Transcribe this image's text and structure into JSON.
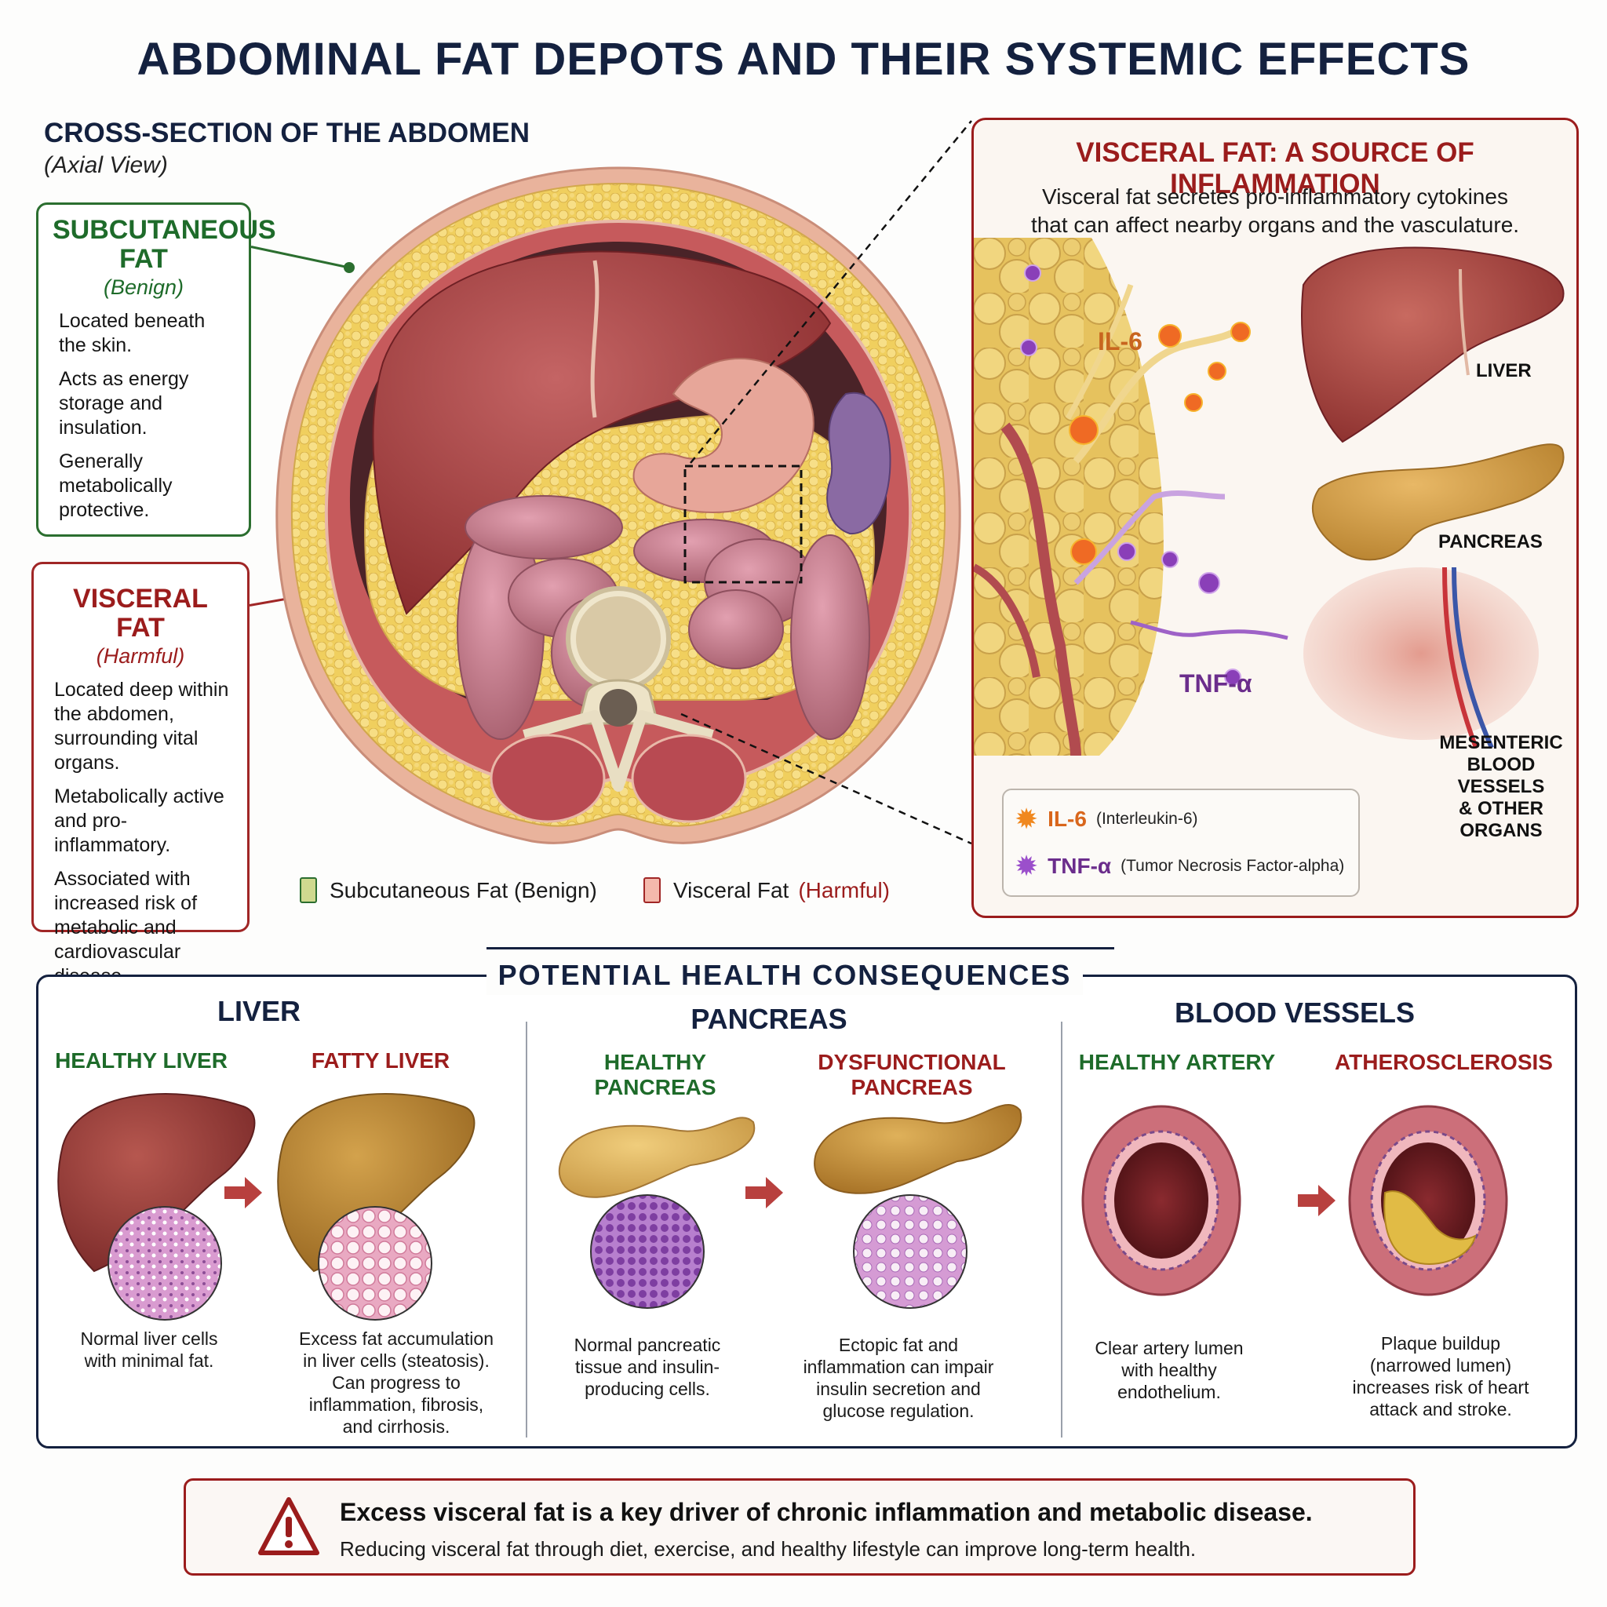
{
  "title": "ABDOMINAL FAT DEPOTS AND THEIR SYSTEMIC EFFECTS",
  "cross_section": {
    "title": "CROSS-SECTION OF THE ABDOMEN",
    "subtitle": "(Axial View)"
  },
  "subcutaneous_box": {
    "heading_line1": "SUBCUTANEOUS",
    "heading_line2": "FAT",
    "qualifier": "(Benign)",
    "points": [
      "Located beneath the skin.",
      "Acts as energy storage and insulation.",
      "Generally metabolically protective."
    ]
  },
  "visceral_box": {
    "heading": "VISCERAL FAT",
    "qualifier": "(Harmful)",
    "points": [
      "Located deep within the abdomen, surrounding vital organs.",
      "Metabolically active and pro-inflammatory.",
      "Associated with increased risk of metabolic and cardiovascular disease."
    ]
  },
  "legend": {
    "subcutaneous_label": "Subcutaneous Fat (Benign)",
    "visceral_label": "Visceral Fat",
    "visceral_qualifier": "(Harmful)"
  },
  "inflammation_panel": {
    "title": "VISCERAL FAT: A SOURCE OF INFLAMMATION",
    "description_line1": "Visceral fat secretes pro-inflammatory cytokines",
    "description_line2": "that can affect nearby organs and the vasculature.",
    "cytokine_labels": {
      "il6": "IL-6",
      "tnf": "TNF-α"
    },
    "organ_labels": {
      "liver": "LIVER",
      "pancreas": "PANCREAS",
      "mesenteric_line1": "MESENTERIC",
      "mesenteric_line2": "BLOOD VESSELS",
      "mesenteric_line3": "& OTHER ORGANS"
    },
    "cytokine_legend": [
      {
        "name": "IL-6",
        "description": "(Interleukin-6)"
      },
      {
        "name": "TNF-α",
        "description": "(Tumor Necrosis Factor-alpha)"
      }
    ]
  },
  "consequences": {
    "title": "POTENTIAL HEALTH CONSEQUENCES",
    "sections": [
      {
        "heading": "LIVER",
        "healthy_label": "HEALTHY LIVER",
        "diseased_label": "FATTY LIVER",
        "healthy_caption": "Normal liver cells with minimal fat.",
        "diseased_caption": "Excess fat accumulation in liver cells (steatosis). Can progress to inflammation, fibrosis, and cirrhosis."
      },
      {
        "heading": "PANCREAS",
        "healthy_label": "HEALTHY PANCREAS",
        "diseased_label": "DYSFUNCTIONAL PANCREAS",
        "healthy_caption": "Normal pancreatic tissue and insulin-producing cells.",
        "diseased_caption": "Ectopic fat and inflammation can impair insulin secretion and glucose regulation."
      },
      {
        "heading": "BLOOD VESSELS",
        "healthy_label": "HEALTHY ARTERY",
        "diseased_label": "ATHEROSCLEROSIS",
        "healthy_caption": "Clear artery lumen with healthy endothelium.",
        "diseased_caption": "Plaque buildup (narrowed lumen) increases risk of heart attack and stroke."
      }
    ]
  },
  "callout": {
    "headline": "Excess visceral fat is a key driver of chronic inflammation and metabolic disease.",
    "body": "Reducing visceral fat through diet, exercise, and healthy lifestyle can improve long-term health."
  },
  "colors": {
    "navy": "#14213f",
    "benign_green": "#1e6b2a",
    "harmful_red": "#9b1c1c",
    "il6_orange": "#d9661c",
    "tnf_purple": "#6b2d8c",
    "fat_yellow": "#f2d46b"
  }
}
